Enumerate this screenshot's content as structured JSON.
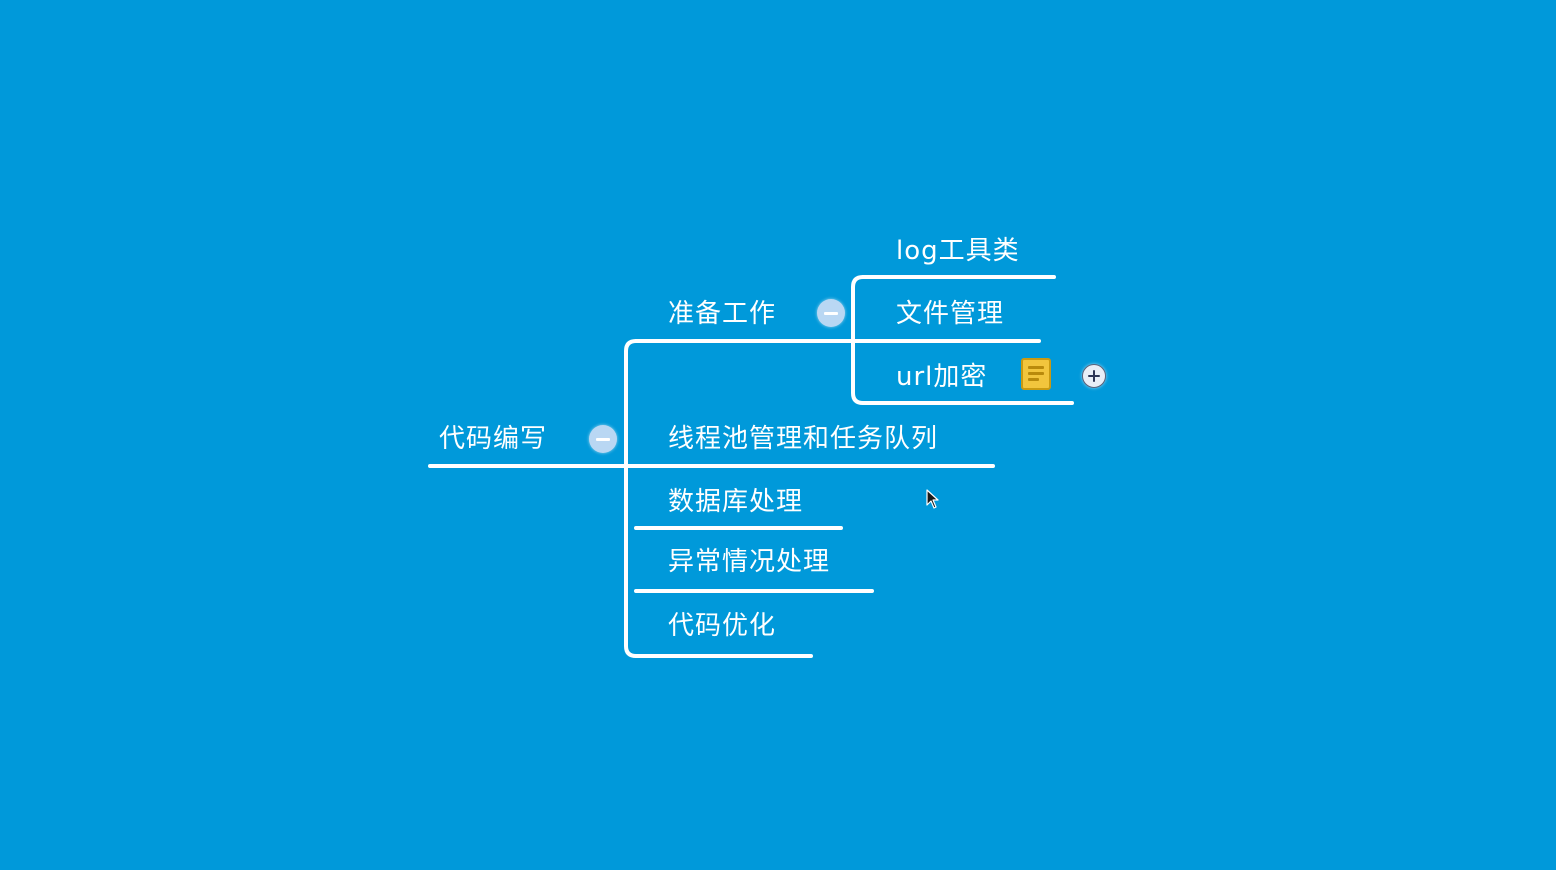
{
  "mindmap": {
    "root": "代码编写",
    "branch_prep": "准备工作",
    "prep_children": [
      "log工具类",
      "文件管理",
      "url加密"
    ],
    "branch_thread": "线程池管理和任务队列",
    "branch_db": "数据库处理",
    "branch_exception": "异常情况处理",
    "branch_optimize": "代码优化"
  },
  "icons": {
    "collapse": "minus-circle-icon",
    "expand": "plus-circle-icon",
    "note": "note-icon",
    "cursor": "mouse-pointer-icon"
  },
  "colors": {
    "background": "#0099da",
    "line": "#ffffff",
    "text": "#ffffff",
    "note": "#f2c53d"
  }
}
